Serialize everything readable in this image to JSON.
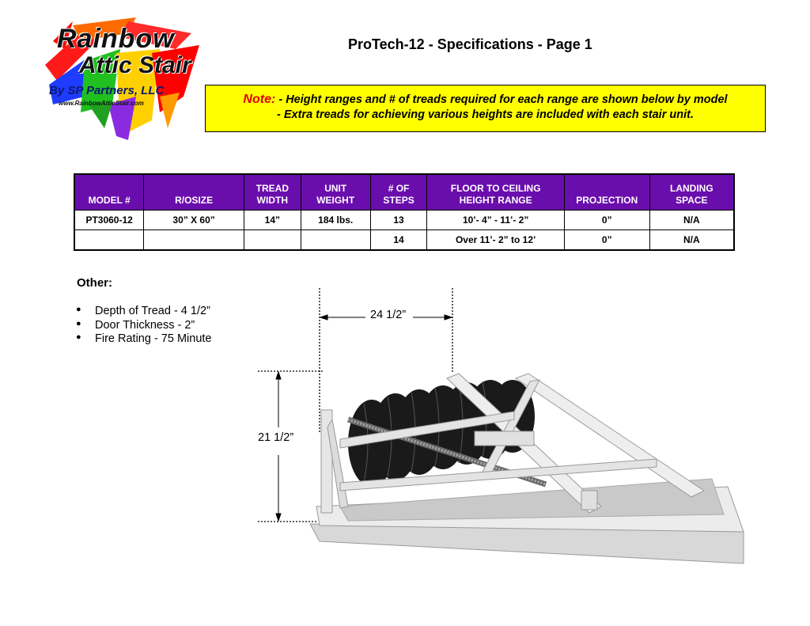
{
  "logo": {
    "line1": "Rainbow",
    "line2": "Attic Stair",
    "line3": "By SP Partners, LLC",
    "line4": "www.RainbowAtticStair.com"
  },
  "title": "ProTech-12 - Specifications - Page 1",
  "note": {
    "label": "Note:",
    "line1": " - Height ranges and # of treads required for each range are shown below by model",
    "line2": "- Extra treads for achieving various heights are included with each stair unit."
  },
  "table": {
    "headers": [
      [
        "MODEL #",
        ""
      ],
      [
        "R/OSIZE",
        ""
      ],
      [
        "TREAD",
        "WIDTH"
      ],
      [
        "UNIT",
        "WEIGHT"
      ],
      [
        "# OF",
        "STEPS"
      ],
      [
        "FLOOR TO CEILING",
        "HEIGHT RANGE"
      ],
      [
        "",
        "PROJECTION"
      ],
      [
        "LANDING",
        "SPACE"
      ]
    ],
    "rows": [
      [
        "PT3060-12",
        "30” X 60”",
        "14”",
        "184 lbs.",
        "13",
        "10’- 4” - 11’- 2”",
        "0”",
        "N/A"
      ],
      [
        "",
        "",
        "",
        "",
        "14",
        "Over 11’- 2” to 12’",
        "0”",
        "N/A"
      ]
    ]
  },
  "other": {
    "heading": "Other:",
    "items": [
      "Depth of Tread - 4 1/2”",
      "Door Thickness - 2”",
      "Fire Rating - 75 Minute"
    ]
  },
  "dimensions": {
    "width": "24 1/2”",
    "height": "21 1/2”"
  },
  "colors": {
    "header_bg": "#6a0dad",
    "note_bg": "#ffff00",
    "note_label": "#e00000"
  }
}
